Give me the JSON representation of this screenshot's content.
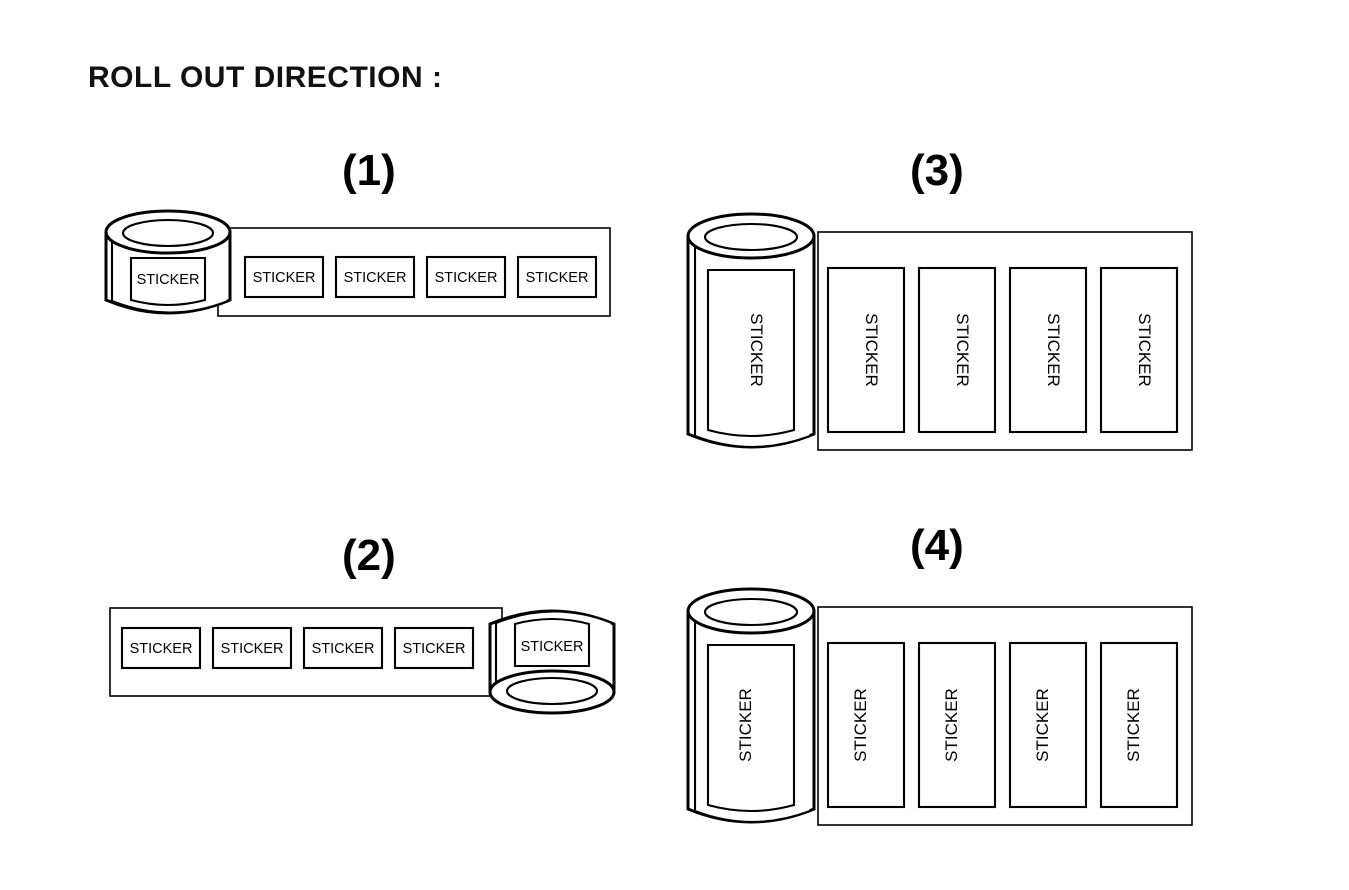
{
  "page": {
    "title": "ROLL OUT DIRECTION :",
    "background_color": "#ffffff",
    "line_color": "#000000"
  },
  "figures": [
    {
      "id": "figure-1",
      "number": "(1)",
      "orientation": "horizontal",
      "roll_position": "left",
      "roll_face": "top",
      "label_text_rotation": 0,
      "labels": [
        {
          "text": "STICKER",
          "on_roll": true
        },
        {
          "text": "STICKER",
          "on_roll": false
        },
        {
          "text": "STICKER",
          "on_roll": false
        },
        {
          "text": "STICKER",
          "on_roll": false
        },
        {
          "text": "STICKER",
          "on_roll": false
        }
      ]
    },
    {
      "id": "figure-2",
      "number": "(2)",
      "orientation": "horizontal",
      "roll_position": "right",
      "roll_face": "bottom",
      "label_text_rotation": 0,
      "labels": [
        {
          "text": "STICKER",
          "on_roll": false
        },
        {
          "text": "STICKER",
          "on_roll": false
        },
        {
          "text": "STICKER",
          "on_roll": false
        },
        {
          "text": "STICKER",
          "on_roll": false
        },
        {
          "text": "STICKER",
          "on_roll": true
        }
      ]
    },
    {
      "id": "figure-3",
      "number": "(3)",
      "orientation": "vertical",
      "roll_position": "left",
      "roll_face": "top",
      "label_text_rotation": 90,
      "labels": [
        {
          "text": "STICKER",
          "on_roll": true
        },
        {
          "text": "STICKER",
          "on_roll": false
        },
        {
          "text": "STICKER",
          "on_roll": false
        },
        {
          "text": "STICKER",
          "on_roll": false
        },
        {
          "text": "STICKER",
          "on_roll": false
        }
      ]
    },
    {
      "id": "figure-4",
      "number": "(4)",
      "orientation": "vertical",
      "roll_position": "left",
      "roll_face": "top",
      "label_text_rotation": -90,
      "labels": [
        {
          "text": "STICKER",
          "on_roll": true
        },
        {
          "text": "STICKER",
          "on_roll": false
        },
        {
          "text": "STICKER",
          "on_roll": false
        },
        {
          "text": "STICKER",
          "on_roll": false
        },
        {
          "text": "STICKER",
          "on_roll": false
        }
      ]
    }
  ]
}
